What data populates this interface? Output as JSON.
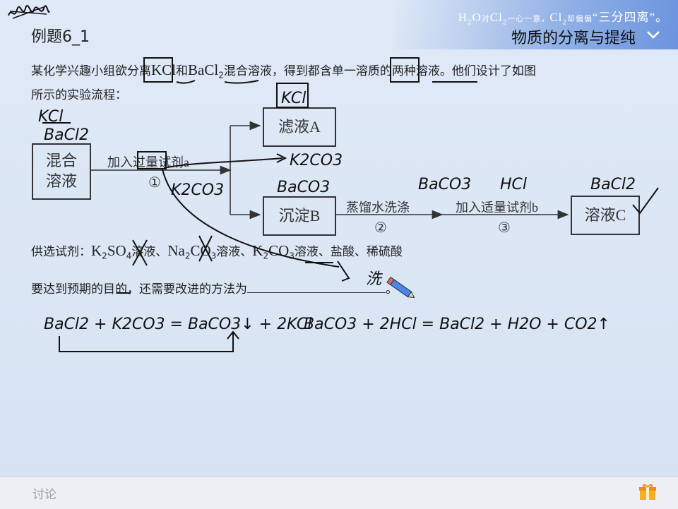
{
  "header": {
    "logo_icon": "scribble-logo-icon",
    "example_title": "例题6_1",
    "chapter_title": "物质的分离与提纯",
    "slogan": {
      "h2o": "H",
      "h2o_sub": "2",
      "h2o_o": "O",
      "dui": "对",
      "cl2": "Cl",
      "cl2_sub": "2",
      "text1": "一心一意，",
      "cl2b": "Cl",
      "cl2b_sub": "2",
      "que": "却",
      "piannpian": "偏偏",
      "text2": "“三分四离”。"
    }
  },
  "question": {
    "line1_a": "某化学兴趣小组欲分离",
    "kcl": "KCl",
    "and": "和",
    "bacl2": "BaCl",
    "bacl2_sub": "2",
    "line1_b": "混合溶液，得到都含单一溶质的两种溶液。他们设计了如图",
    "line2": "所示的实验流程：",
    "reagents_label": "供选试剂：",
    "r1": "K",
    "r1_sub": "2",
    "r1b": "SO",
    "r1b_sub": "4",
    "r1_tail": "溶液、",
    "r2": "Na",
    "r2_sub": "2",
    "r2b": "CO",
    "r2b_sub": "3",
    "r2_tail": "溶液、",
    "r3": "K",
    "r3_sub": "2",
    "r3b": "CO",
    "r3b_sub": "3",
    "r3_tail": "溶液、盐酸、稀硫酸",
    "answer_prompt": "要达到预期的目的，还需要改进的方法为",
    "answer_end": "。"
  },
  "flow": {
    "mix_line1": "混合",
    "mix_line2": "溶液",
    "add_a": "加入过量试剂a",
    "step1": "①",
    "filtrate_a": "滤液A",
    "precip_b": "沉淀B",
    "wash": "蒸馏水洗涤",
    "step2": "②",
    "add_b": "加入适量试剂b",
    "step3": "③",
    "solution_c": "溶液C"
  },
  "handwriting": {
    "kcl_top": "KCl",
    "kcl_left": "KCl",
    "bacl2_left": "BaCl2",
    "k2co3_a": "K2CO3",
    "k2co3_b": "K2CO3",
    "baco3_b": "BaCO3",
    "baco3_c": "BaCO3",
    "hcl": "HCl",
    "bacl2_c": "BaCl2",
    "xi": "洗",
    "eq1": "BaCl2 + K2CO3 = BaCO3↓ + 2KCl",
    "eq2": "BaCO3 + 2HCl = BaCl2 + H2O + CO2↑",
    "ink_color": "#111111"
  },
  "footer": {
    "discuss": "讨论",
    "gift_icon": "gift-icon"
  }
}
